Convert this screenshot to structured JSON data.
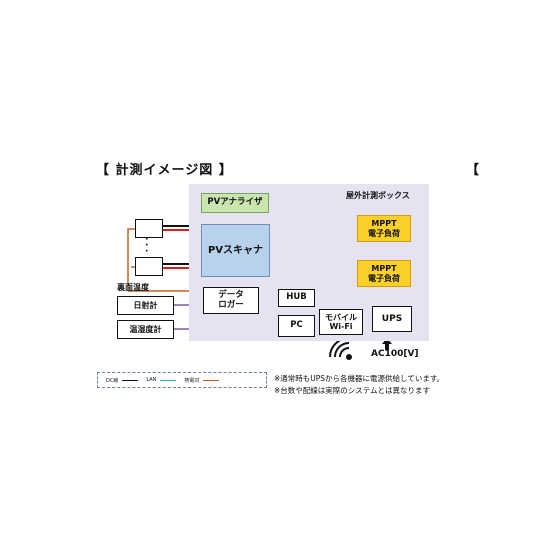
{
  "header": {
    "title": "【 計測イメージ図 】",
    "right_bracket": "【"
  },
  "enclosure": {
    "label": "屋外計測ボックス"
  },
  "boxes": {
    "pv_analyzer": "PVアナライザ",
    "pv_scanner": "PVスキャナ",
    "mppt_1": "MPPT\n電子負荷",
    "mppt_2": "MPPT\n電子負荷",
    "data_logger": "データ\nロガー",
    "hub": "HUB",
    "pc": "PC",
    "mobile_wifi": "モバイル\nWi-Fi",
    "ups": "UPS",
    "solar_meter": "日射計",
    "temp_humidity_meter": "温湿度計"
  },
  "labels": {
    "back_surface_temp": "裏面温度",
    "ac_power": "AC100[V]"
  },
  "legend": {
    "dc": "DC線",
    "lan": "LAN",
    "thermocouple": "熱電対"
  },
  "notes": [
    "※通常時もUPSから各機器に電源供給しています。",
    "※台数や配線は実際のシステムとは異なります"
  ],
  "colors": {
    "enclosure": "#e7e2f1",
    "pv_analyzer": "#c9e6b0",
    "pv_scanner": "#b8d1ec",
    "mppt": "#fbd028",
    "dc_red": "#e01a1a",
    "lan": "#4aa3b8",
    "thermocouple": "#c0652a",
    "logger_line": "#7a5aa6"
  }
}
